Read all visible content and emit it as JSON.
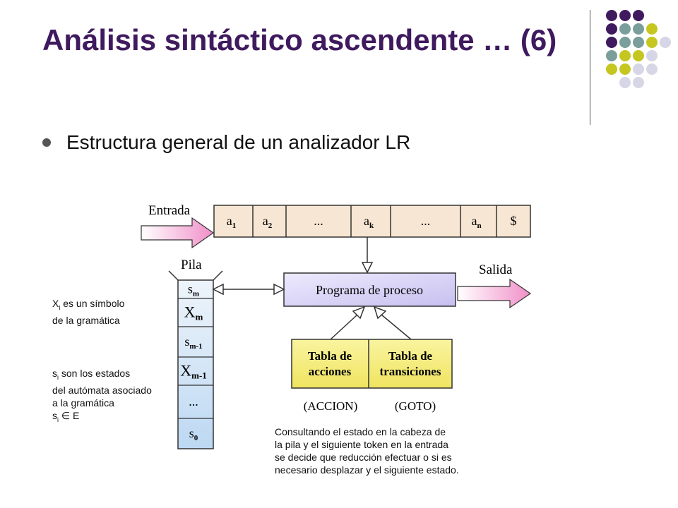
{
  "slide": {
    "title": "Análisis sintáctico ascendente … (6)",
    "bullet": "Estructura general de un analizador LR"
  },
  "palette": {
    "title": "#3f1a5e",
    "purple": "#3f1a5e",
    "teal": "#7a9e9b",
    "olive": "#c5c620",
    "lavender": "#d6d6e6",
    "input_fill": "#f7e6d3",
    "program_fill": "#dcd8f6",
    "table_fill": "#f7f08a",
    "stack_fill": "#d8e8f8"
  },
  "diagram": {
    "entrada_label": "Entrada",
    "input_cells": [
      {
        "main": "a",
        "sub": "1"
      },
      {
        "main": "a",
        "sub": "2"
      },
      {
        "main": "...",
        "sub": ""
      },
      {
        "main": "a",
        "sub": "k"
      },
      {
        "main": "...",
        "sub": ""
      },
      {
        "main": "a",
        "sub": "n"
      },
      {
        "main": "$",
        "sub": ""
      }
    ],
    "pila_label": "Pila",
    "stack_cells": [
      {
        "main": "s",
        "sub": "m"
      },
      {
        "main": "X",
        "sub": "m"
      },
      {
        "main": "s",
        "sub": "m-1"
      },
      {
        "main": "X",
        "sub": "m-1"
      },
      {
        "main": "...",
        "sub": ""
      },
      {
        "main": "s",
        "sub": "0"
      }
    ],
    "program_label": "Programa de proceso",
    "salida_label": "Salida",
    "table_actions": [
      "Tabla de",
      "acciones"
    ],
    "table_transitions": [
      "Tabla de",
      "transiciones"
    ],
    "accion_label": "(ACCION)",
    "goto_label": "(GOTO)"
  },
  "notes": {
    "xi": {
      "pre": "X",
      "sub": "i",
      "line1_rest": " es un símbolo",
      "line2": "de la gramática"
    },
    "si": {
      "pre": "s",
      "sub": "i",
      "line1_rest": " son los estados",
      "line2": "del autómata asociado",
      "line3": "a la gramática",
      "line4_pre": "s",
      "line4_sub": "i",
      "line4_rest": " ∈ E"
    },
    "consult": [
      "Consultando el estado en la cabeza de",
      "la pila y el siguiente token en la entrada",
      "se decide que reducción efectuar o si es",
      "necesario desplazar y el siguiente estado."
    ]
  }
}
